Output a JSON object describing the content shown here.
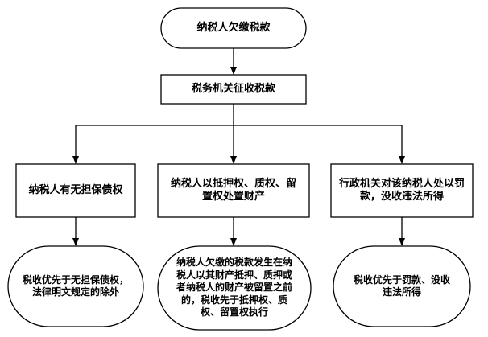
{
  "nodes": {
    "start": {
      "text": "纳税人欠缴税款"
    },
    "collect": {
      "text": "税务机关征收税款"
    },
    "branch_left": {
      "text": "纳税人有无担保债权"
    },
    "branch_mid": {
      "text": "纳税人以抵押权、质权、留置权处置财产"
    },
    "branch_right": {
      "text": "行政机关对该纳税人处以罚款，没收违法所得"
    },
    "result_left": {
      "text": "税收优先于无担保债权，法律明文规定的除外"
    },
    "result_mid": {
      "text": "纳税人欠缴的税款发生在纳税人以其财产抵押、质押或者纳税人的财产被留置之前的，税收先于抵押权、质权、留置权执行"
    },
    "result_right": {
      "text": "税收优先于罚款、没收违法所得"
    }
  }
}
